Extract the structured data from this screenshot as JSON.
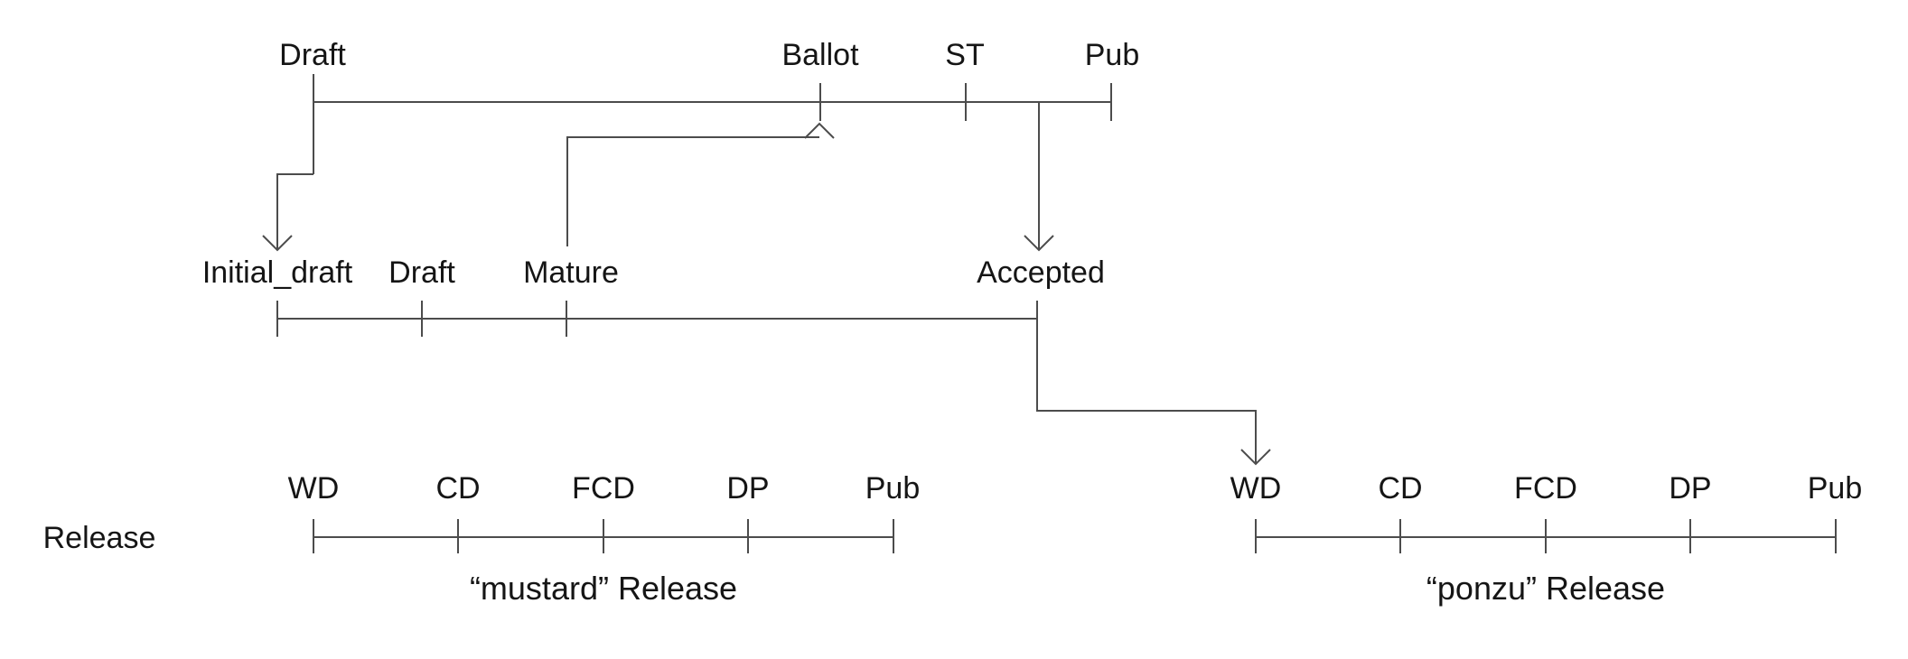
{
  "standard_track": {
    "milestones": [
      "Draft",
      "Ballot",
      "ST",
      "Pub"
    ]
  },
  "document_track": {
    "milestones": [
      "Initial_draft",
      "Draft",
      "Mature",
      "Accepted"
    ]
  },
  "release_axis_label": "Release",
  "releases": [
    {
      "stages": [
        "WD",
        "CD",
        "FCD",
        "DP",
        "Pub"
      ],
      "caption": "“mustard” Release"
    },
    {
      "stages": [
        "WD",
        "CD",
        "FCD",
        "DP",
        "Pub"
      ],
      "caption": "“ponzu” Release"
    }
  ],
  "colors": {
    "line": "#4c4c4c",
    "text": "#151515",
    "background": "#ffffff"
  }
}
